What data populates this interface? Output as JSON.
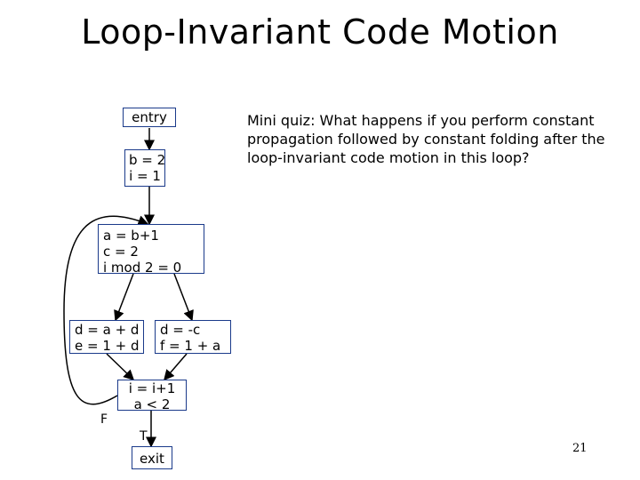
{
  "slide": {
    "title": "Loop-Invariant Code Motion",
    "page_number": "21"
  },
  "quiz": {
    "text": "Mini quiz: What happens if you perform constant propagation followed by constant folding after the loop-invariant code motion in this loop?"
  },
  "cfg": {
    "entry": [
      "entry"
    ],
    "init": [
      "b = 2",
      "i = 1"
    ],
    "header": [
      "a = b+1",
      "c = 2",
      "i mod 2 = 0"
    ],
    "left": [
      "d = a + d",
      "e = 1 + d"
    ],
    "right": [
      "d = -c",
      "f = 1 + a"
    ],
    "latch": [
      "i = i+1",
      "a < 2"
    ],
    "exit": [
      "exit"
    ],
    "false_label": "F",
    "true_label": "T"
  },
  "colors": {
    "box_border": "#1a3a8a",
    "edge": "#000000"
  }
}
